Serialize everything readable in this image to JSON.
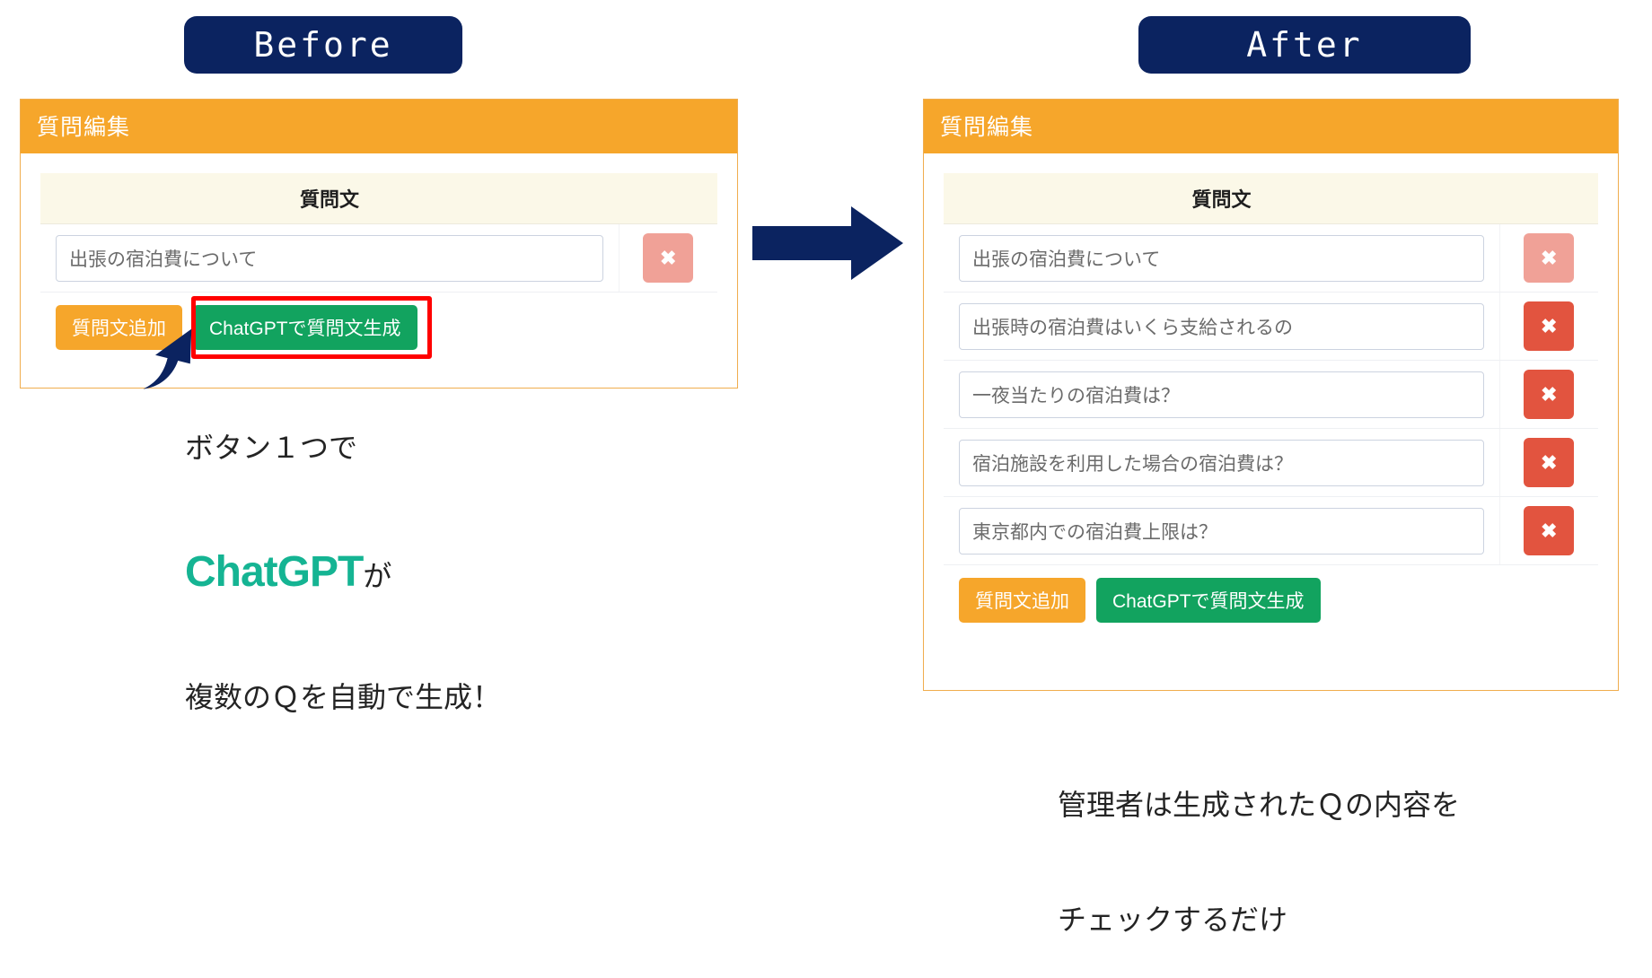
{
  "badges": {
    "before": "Before",
    "after": "After"
  },
  "colors": {
    "badge_navy": "#0b2360",
    "panel_header_orange": "#f6a62b",
    "table_header_cream": "#fbf8e8",
    "delete_red": "#e2543f",
    "delete_red_muted": "#f0a197",
    "gpt_green": "#12a35f",
    "add_orange": "#f6a62b",
    "highlight_red": "#ff0000",
    "chatgpt_teal": "#15b493",
    "arrow_navy": "#0b2360"
  },
  "before_panel": {
    "header_title": "質問編集",
    "table": {
      "columns": [
        "質問文",
        ""
      ],
      "rows": [
        {
          "question": "出張の宿泊費について",
          "delete_label": "✖",
          "delete_style": "muted"
        }
      ]
    },
    "buttons": {
      "add_label": "質問文追加",
      "generate_label": "ChatGPTで質問文生成"
    },
    "highlight_target": "generate-button"
  },
  "after_panel": {
    "header_title": "質問編集",
    "table": {
      "columns": [
        "質問文",
        ""
      ],
      "rows": [
        {
          "question": "出張の宿泊費について",
          "delete_label": "✖",
          "delete_style": "muted"
        },
        {
          "question": "出張時の宿泊費はいくら支給されるの",
          "delete_label": "✖",
          "delete_style": "solid"
        },
        {
          "question": "一夜当たりの宿泊費は？",
          "delete_label": "✖",
          "delete_style": "solid"
        },
        {
          "question": "宿泊施設を利用した場合の宿泊費は？",
          "delete_label": "✖",
          "delete_style": "solid"
        },
        {
          "question": "東京都内での宿泊費上限は？",
          "delete_label": "✖",
          "delete_style": "solid"
        }
      ]
    },
    "buttons": {
      "add_label": "質問文追加",
      "generate_label": "ChatGPTで質問文生成"
    }
  },
  "annotations": {
    "left": {
      "line1": "ボタン１つで",
      "highlight": "ChatGPT",
      "line2_suffix": "が",
      "line3": "複数のＱを自動で生成！"
    },
    "right": {
      "line1": "管理者は生成されたＱの内容を",
      "line2": "チェックするだけ"
    }
  },
  "icons": {
    "flow_arrow": "right-arrow-icon",
    "callout_arrow": "curved-arrow-icon",
    "delete": "close-x-icon"
  }
}
